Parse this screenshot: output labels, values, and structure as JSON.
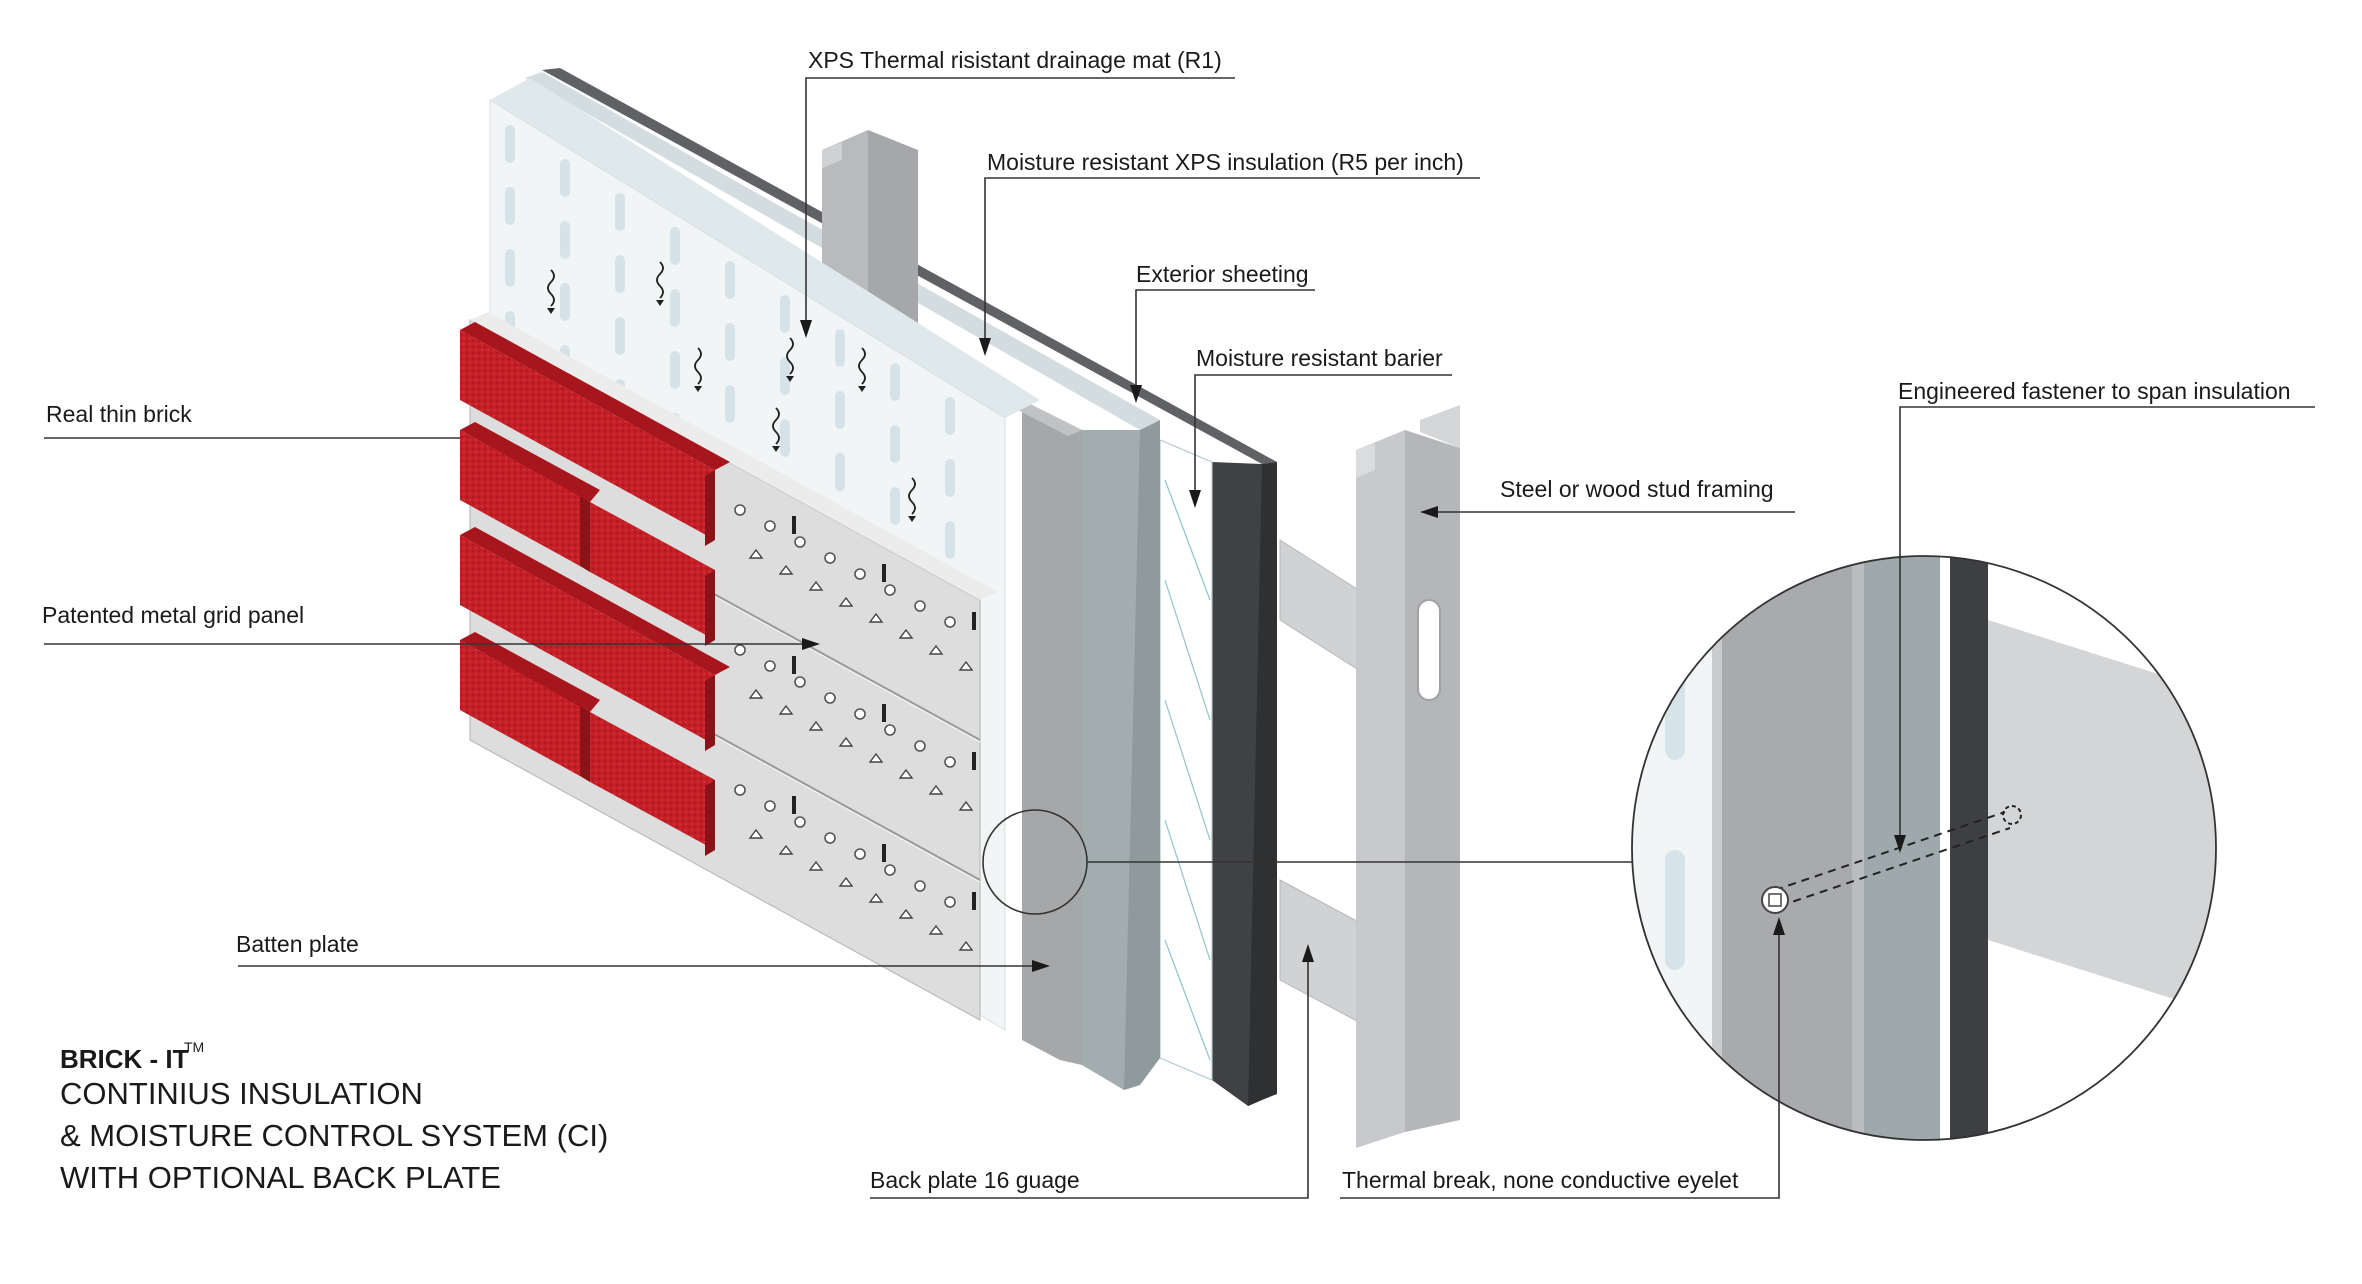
{
  "brand": {
    "name": "BRICK - IT",
    "trademark": "TM"
  },
  "title_lines": [
    "CONTINIUS INSULATION",
    "& MOISTURE CONTROL SYSTEM (CI)",
    "WITH OPTIONAL BACK PLATE"
  ],
  "labels": {
    "xps_drainage_mat": "XPS Thermal risistant drainage mat (R1)",
    "xps_insulation": "Moisture resistant XPS insulation (R5 per inch)",
    "exterior_sheeting": "Exterior sheeting",
    "moisture_barrier": "Moisture resistant barier",
    "engineered_fastener": "Engineered fastener to span insulation",
    "stud_framing": "Steel or wood stud framing",
    "real_thin_brick": "Real thin brick",
    "metal_grid_panel": "Patented metal grid panel",
    "batten_plate": "Batten plate",
    "back_plate": "Back plate 16 guage",
    "thermal_break": "Thermal break, none conductive eyelet"
  },
  "colors": {
    "brick": "#c41e26",
    "brick_dark": "#8a1218",
    "grid_panel": "#dcdcdc",
    "drainage_mat": "#ecf1f3",
    "xps_insulation": "#9ea9ac",
    "sheeting": "#4a4a4a",
    "stud": "#c4c6c9"
  }
}
